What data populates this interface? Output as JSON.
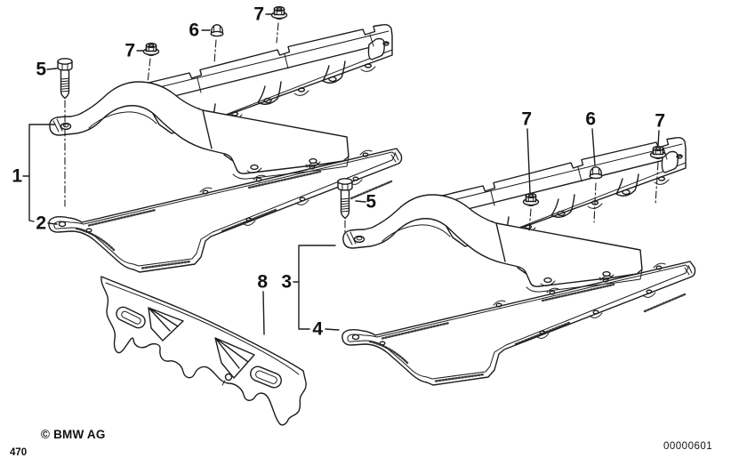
{
  "diagram": {
    "kind": "exploded-parts-drawing",
    "subject": "cylinder-head-cover",
    "parts": [
      {
        "number": "1",
        "shape": "valve-cover-left-assembly"
      },
      {
        "number": "2",
        "shape": "gasket-left"
      },
      {
        "number": "3",
        "shape": "valve-cover-right-assembly"
      },
      {
        "number": "4",
        "shape": "gasket-right"
      },
      {
        "number": "5",
        "shape": "hex-bolt"
      },
      {
        "number": "6",
        "shape": "cap-nut"
      },
      {
        "number": "7",
        "shape": "flange-nut"
      },
      {
        "number": "8",
        "shape": "covering-panel"
      }
    ]
  },
  "callouts": {
    "c1": "1",
    "c2": "2",
    "c3": "3",
    "c4": "4",
    "c5": "5",
    "c6": "6",
    "c7": "7",
    "c8": "8"
  },
  "footer": {
    "copyright": "© BMW AG",
    "drawing_number": "00000601",
    "page_number": "470"
  },
  "colors": {
    "line_color": "#1c1c1c",
    "background_color": "#ffffff"
  }
}
